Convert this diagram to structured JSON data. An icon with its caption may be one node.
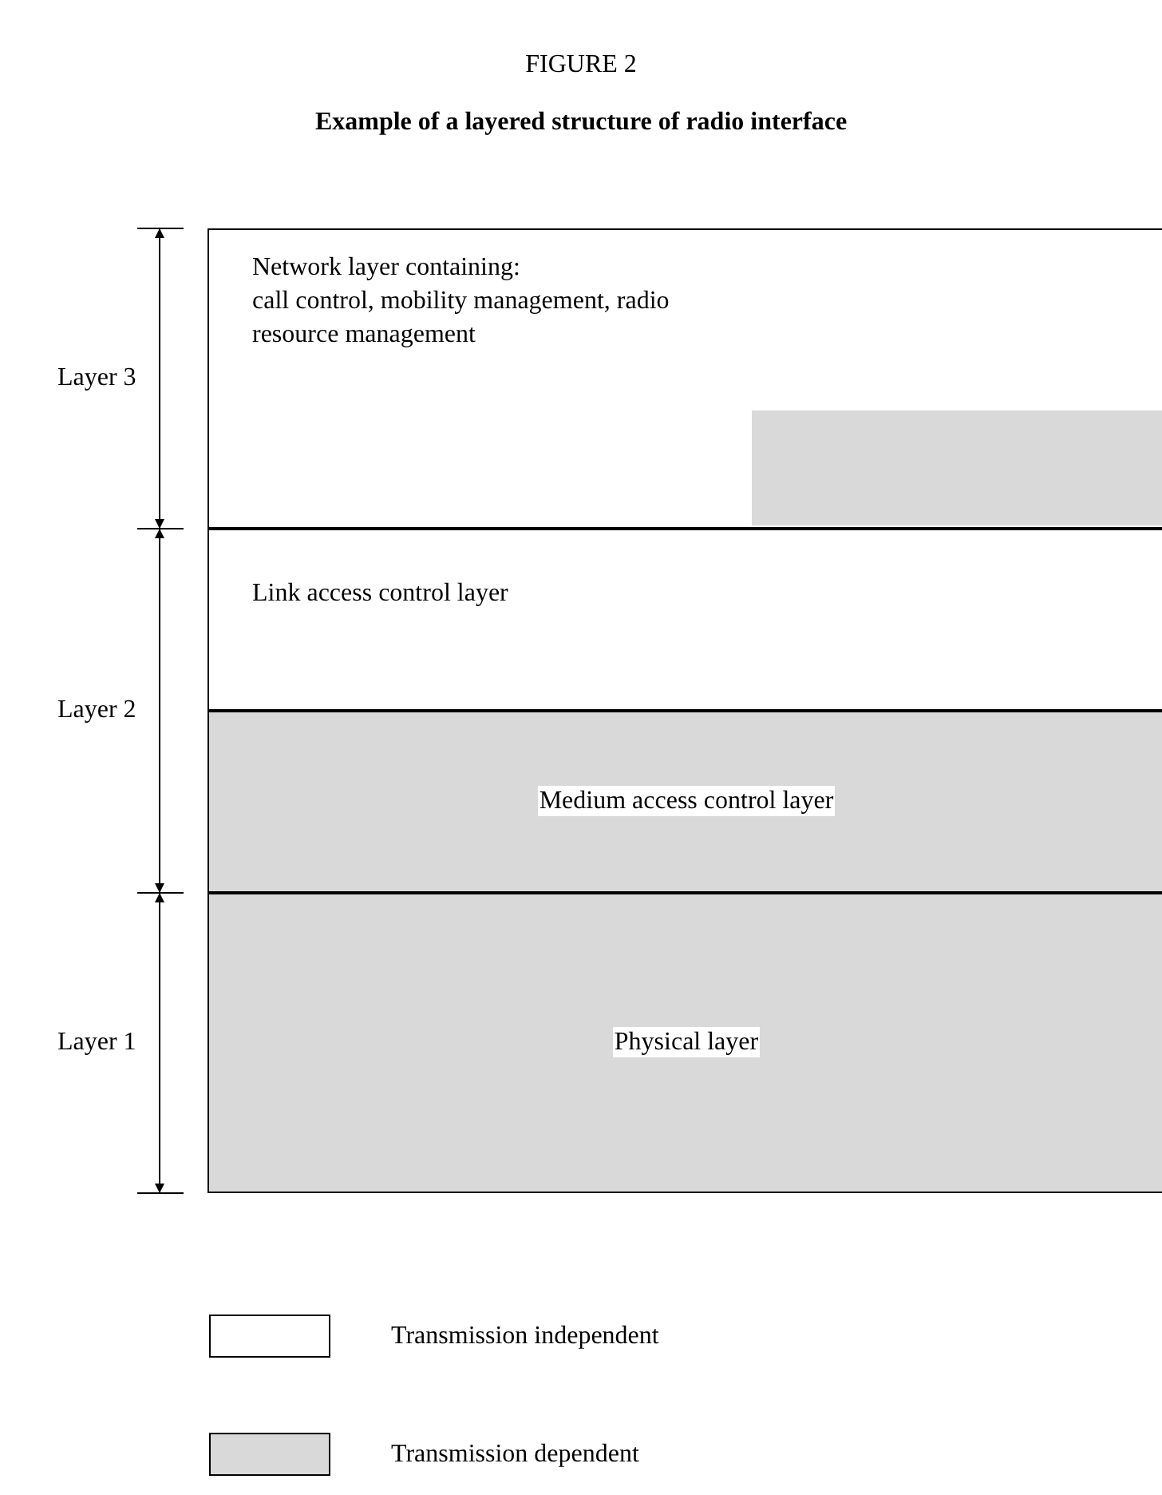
{
  "diagram": {
    "title": "Example of a layered structure of radio interface",
    "caption": "FIGURE 2",
    "nodes": [
      {
        "text": [
          "Network layer containing:",
          "call control, mobility management, radio resource management"
        ]
      },
      {
        "text": [],
        "shape": "box",
        "in": 0
      },
      {
        "text": [
          "Link access control layer"
        ]
      },
      {
        "text": [
          "Medium access control layer"
        ]
      },
      {
        "text": [
          "Physical layer"
        ]
      }
    ],
    "edges": [],
    "labels": [
      "Layer 3",
      "Layer 2",
      "Layer 1"
    ],
    "legend": [
      {
        "text": "Transmission independent",
        "color": "#ffffff"
      },
      {
        "text": "Transmission dependent",
        "color": "#d9d9d9"
      }
    ]
  }
}
